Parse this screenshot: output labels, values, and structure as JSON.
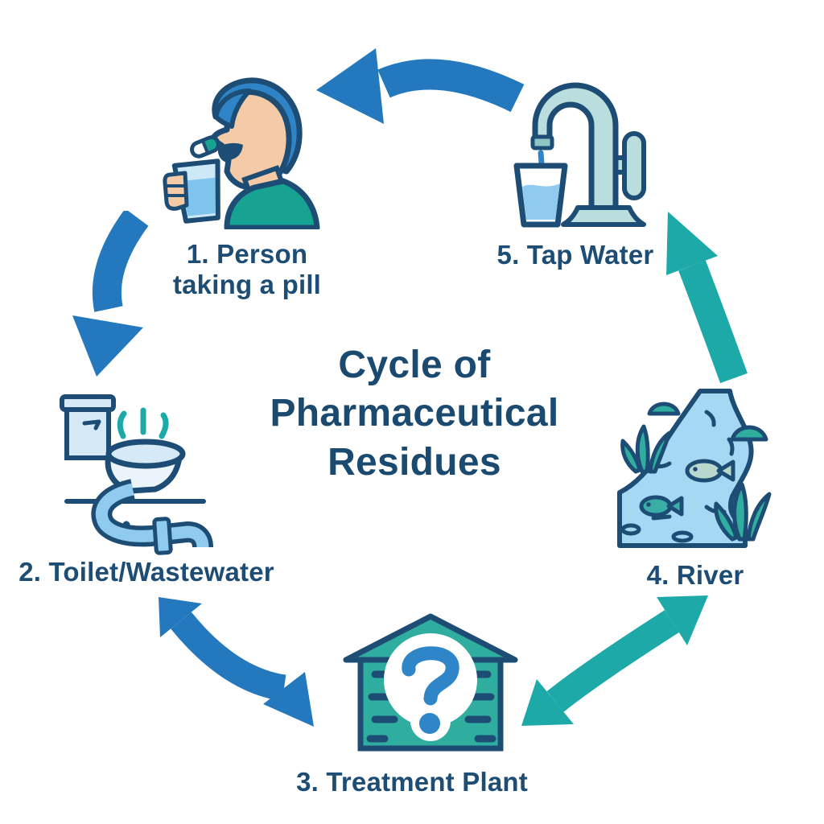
{
  "title": {
    "lines": [
      "Cycle of",
      "Pharmaceutical",
      "Residues"
    ]
  },
  "nodes": {
    "person": {
      "order": "1",
      "label_line1": "1. Person",
      "label_line2": "taking a pill",
      "icon": "person-taking-pill-icon"
    },
    "toilet": {
      "order": "2",
      "label": "2. Toilet/Wastewater",
      "icon": "toilet-wastewater-icon"
    },
    "treatment": {
      "order": "3",
      "label": "3. Treatment Plant",
      "icon": "treatment-plant-icon",
      "overlay_symbol": "?"
    },
    "river": {
      "order": "4",
      "label": "4. River",
      "icon": "river-icon"
    },
    "tap": {
      "order": "5",
      "label": "5. Tap Water",
      "icon": "tap-water-icon"
    }
  },
  "arrows": [
    {
      "name": "arrow-tap-to-person",
      "from": "5. Tap Water",
      "to": "1. Person taking a pill",
      "color": "#2478bd",
      "double_headed": false
    },
    {
      "name": "arrow-person-to-toilet",
      "from": "1. Person taking a pill",
      "to": "2. Toilet/Wastewater",
      "color": "#2478bd",
      "double_headed": false
    },
    {
      "name": "arrow-toilet-treatment",
      "from": "2. Toilet/Wastewater",
      "to": "3. Treatment Plant",
      "color": "#2478bd",
      "double_headed": true
    },
    {
      "name": "arrow-treatment-river",
      "from": "3. Treatment Plant",
      "to": "4. River",
      "color": "#1ca9a7",
      "double_headed": true
    },
    {
      "name": "arrow-river-to-tap",
      "from": "4. River",
      "to": "5. Tap Water",
      "color": "#1ca9a7",
      "double_headed": false
    }
  ],
  "colors": {
    "background": "#ffffff",
    "arrow_blue": "#2478bd",
    "arrow_teal": "#1ca9a7",
    "text_navy": "#1b4a70",
    "icon_outline": "#1d4d74",
    "light_blue": "#a6d8f3",
    "pale_blue": "#d5eaf6",
    "water_blue": "#7fc4ec",
    "teal_fill": "#2fae9f",
    "shirt_teal": "#17a391",
    "faucet_teal": "#b9dedd",
    "skin": "#f5cba7",
    "hair_blue": "#2e84c6"
  }
}
